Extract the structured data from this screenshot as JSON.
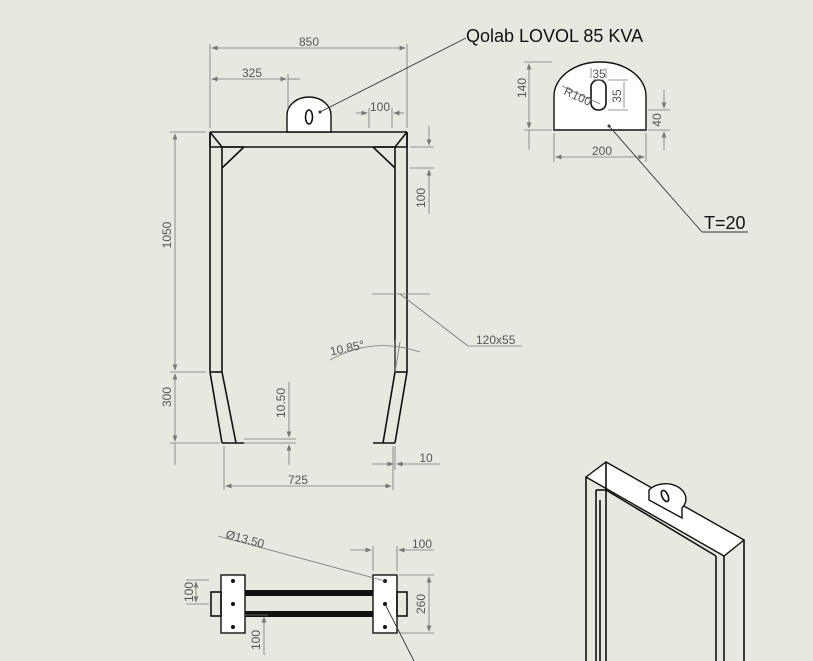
{
  "title_note": "Qolab LOVOL 85 KVA",
  "thickness_note": "T=20",
  "section_note": "120x55",
  "front_view": {
    "dims": {
      "overall_width": "850",
      "lug_offset": "325",
      "corner_gusset": "100",
      "gusset_vertical": "100",
      "height_upper": "1050",
      "height_lower": "300",
      "foot_offset": "10.50",
      "base_width": "725",
      "foot_width": "10",
      "angle": "10.85°"
    }
  },
  "lug_view": {
    "dims": {
      "height": "140",
      "slot_width": "35",
      "slot_height": "35",
      "radius": "R100",
      "edge_height": "40",
      "width": "200"
    }
  },
  "top_view": {
    "dims": {
      "hole_dia": "Ø13.50",
      "plate_margin": "100",
      "plate_height": "260",
      "left_height": "100",
      "left_lower": "100"
    }
  }
}
